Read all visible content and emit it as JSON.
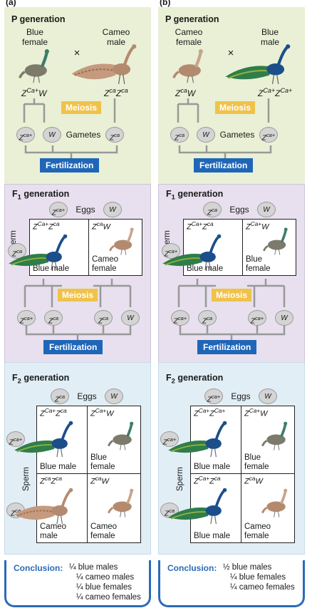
{
  "a": {
    "letter": "(a)",
    "p_title": "P generation",
    "p_female": "Blue\nfemale",
    "p_male": "Cameo\nmale",
    "cross": "×",
    "p_female_geno": "ZCa+W",
    "p_male_geno": "ZcaZca",
    "meiosis": "Meiosis",
    "gametes_label": "Gametes",
    "gametes": [
      "Zca+",
      "W",
      "Zca"
    ],
    "fertilization": "Fertilization",
    "f1_title": "F1 generation",
    "f1_eggs_label": "Eggs",
    "f1_eggs": [
      "Zca+",
      "W"
    ],
    "f1_sperm_label": "Sperm",
    "f1_sperm": [
      "Zca"
    ],
    "f1_cells": [
      {
        "geno": "ZCa+Zca",
        "text": "Blue male"
      },
      {
        "geno": "ZcaW",
        "text": "Cameo\nfemale"
      }
    ],
    "f1_meiosis_gametes": [
      "Zca+",
      "Zca",
      "Zca",
      "W"
    ],
    "f2_title": "F2 generation",
    "f2_eggs_label": "Eggs",
    "f2_eggs": [
      "Zca",
      "W"
    ],
    "f2_sperm_label": "Sperm",
    "f2_sperm": [
      "Zca+",
      "Zca"
    ],
    "f2_cells": [
      {
        "geno": "ZCa+Zca",
        "text": "Blue male"
      },
      {
        "geno": "ZCa+W",
        "text": "Blue\nfemale"
      },
      {
        "geno": "ZcaZca",
        "text": "Cameo\nmale"
      },
      {
        "geno": "ZcaW",
        "text": "Cameo\nfemale"
      }
    ],
    "conclusion_label": "Conclusion:",
    "conclusion": [
      "¼ blue males",
      "¼ cameo males",
      "¼ blue females",
      "¼ cameo females"
    ]
  },
  "b": {
    "letter": "(b)",
    "p_title": "P generation",
    "p_female": "Cameo\nfemale",
    "p_male": "Blue\nmale",
    "cross": "×",
    "p_female_geno": "ZcaW",
    "p_male_geno": "ZCa+ZCa+",
    "meiosis": "Meiosis",
    "gametes_label": "Gametes",
    "gametes": [
      "Zca",
      "W",
      "Zca+"
    ],
    "fertilization": "Fertilization",
    "f1_title": "F1 generation",
    "f1_eggs_label": "Eggs",
    "f1_eggs": [
      "Zca",
      "W"
    ],
    "f1_sperm_label": "Sperm",
    "f1_sperm": [
      "Zca+"
    ],
    "f1_cells": [
      {
        "geno": "ZCa+Zca",
        "text": "Blue male"
      },
      {
        "geno": "ZCa+W",
        "text": "Blue\nfemale"
      }
    ],
    "f1_meiosis_gametes": [
      "Zca+",
      "Zca",
      "Zca+",
      "W"
    ],
    "f2_title": "F2 generation",
    "f2_eggs_label": "Eggs",
    "f2_eggs": [
      "Zca+",
      "W"
    ],
    "f2_sperm_label": "Sperm",
    "f2_sperm": [
      "Zca+",
      "Zca"
    ],
    "f2_cells": [
      {
        "geno": "ZCa+ZCa+",
        "text": "Blue male"
      },
      {
        "geno": "ZCa+W",
        "text": "Blue\nfemale"
      },
      {
        "geno": "ZCa+Zca",
        "text": "Blue male"
      },
      {
        "geno": "ZcaW",
        "text": "Cameo\nfemale"
      }
    ],
    "conclusion_label": "Conclusion:",
    "conclusion": [
      "½ blue males",
      "¼ blue females",
      "¼ cameo females"
    ]
  },
  "colors": {
    "meiosis": "#f0c24a",
    "fertilization": "#1f66b8",
    "conclusion": "#2a6bb8",
    "p_bg": "#e9f0d5",
    "f1_bg": "#e8e0ee",
    "f2_bg": "#e1eef6",
    "blue_bird": "#1c4f8a",
    "cameo_bird": "#b48a6e"
  }
}
